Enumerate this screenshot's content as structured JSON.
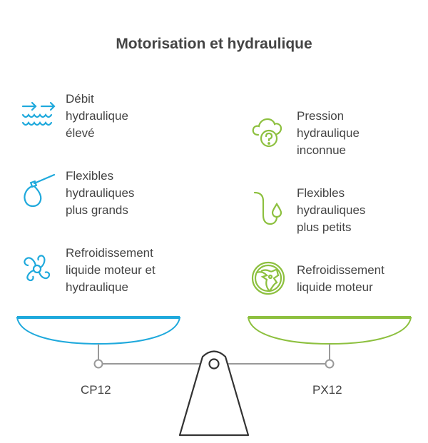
{
  "title": "Motorisation et hydraulique",
  "colors": {
    "left": "#1fa9dc",
    "right": "#8dc03f",
    "scale": "#333333",
    "beam": "#999999"
  },
  "left": {
    "label": "CP12",
    "items": [
      {
        "icon": "water-flow-icon",
        "lines": [
          "Débit",
          "hydraulique",
          "élevé"
        ]
      },
      {
        "icon": "hose-icon",
        "lines": [
          "Flexibles",
          "hydrauliques",
          "plus grands"
        ]
      },
      {
        "icon": "fan-icon",
        "lines": [
          "Refroidissement",
          "liquide moteur et",
          "hydraulique"
        ]
      }
    ]
  },
  "right": {
    "label": "PX12",
    "items": [
      {
        "icon": "cloud-question-icon",
        "lines": [
          "Pression",
          "hydraulique",
          "inconnue"
        ]
      },
      {
        "icon": "drop-hose-icon",
        "lines": [
          "Flexibles",
          "hydrauliques",
          "plus petits"
        ]
      },
      {
        "icon": "globe-icon",
        "lines": [
          "Refroidissement",
          "liquide moteur"
        ]
      }
    ]
  }
}
